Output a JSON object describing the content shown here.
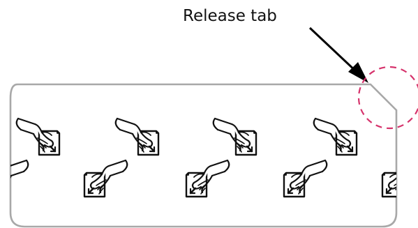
{
  "callout": {
    "label": "Release tab"
  },
  "colors": {
    "outline": "#a8a8a8",
    "arrow": "#000000",
    "marker_circle": "#d6336c",
    "icon_stroke": "#111111"
  },
  "icons": {
    "semantic_name": "hand-peeling-card-icon",
    "upper_row_count": 4,
    "lower_row_count": 5
  }
}
